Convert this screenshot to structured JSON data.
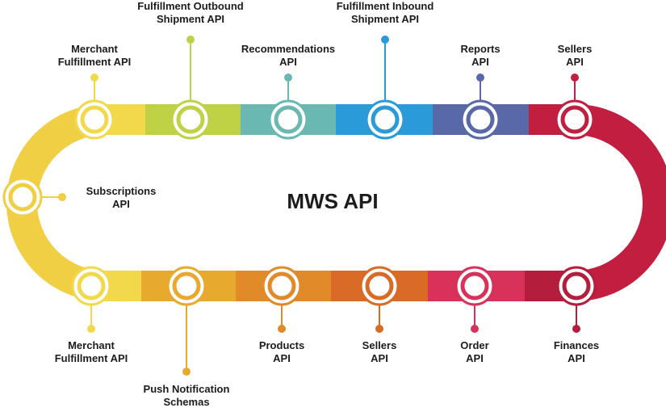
{
  "center_title": "MWS API",
  "colors": {
    "yellow": "#f2d94b",
    "lime": "#bfd245",
    "teal": "#6ab8b2",
    "blue": "#2a9bd8",
    "indigo": "#5868a8",
    "crimson": "#c21e3f",
    "orange": "#e59a2e",
    "burnt_orange": "#d96b26",
    "pink_red": "#d8325a",
    "left_yellow": "#f0cf45"
  },
  "top_nodes": [
    {
      "line1": "Merchant",
      "line2": "Fulfillment API",
      "color": "#f2d94b"
    },
    {
      "line1": "Fulfillment Outbound",
      "line2": "Shipment API",
      "color": "#bfd245"
    },
    {
      "line1": "Recommendations",
      "line2": "API",
      "color": "#6ab8b2"
    },
    {
      "line1": "Fulfillment Inbound",
      "line2": "Shipment API",
      "color": "#2a9bd8"
    },
    {
      "line1": "Reports",
      "line2": "API",
      "color": "#5868a8"
    },
    {
      "line1": "Sellers",
      "line2": "API",
      "color": "#c21e3f"
    }
  ],
  "left_node": {
    "line1": "Subscriptions",
    "line2": "API",
    "color": "#f0cf45"
  },
  "bottom_nodes": [
    {
      "line1": "Merchant",
      "line2": "Fulfillment API",
      "color": "#f2d94b"
    },
    {
      "line1": "Push Notification",
      "line2": "Schemas",
      "color": "#e8a92f"
    },
    {
      "line1": "Products",
      "line2": "API",
      "color": "#e08a2a"
    },
    {
      "line1": "Sellers",
      "line2": "API",
      "color": "#d96b26"
    },
    {
      "line1": "Order",
      "line2": "API",
      "color": "#d8325a"
    },
    {
      "line1": "Finances",
      "line2": "API",
      "color": "#b51d3d"
    }
  ]
}
